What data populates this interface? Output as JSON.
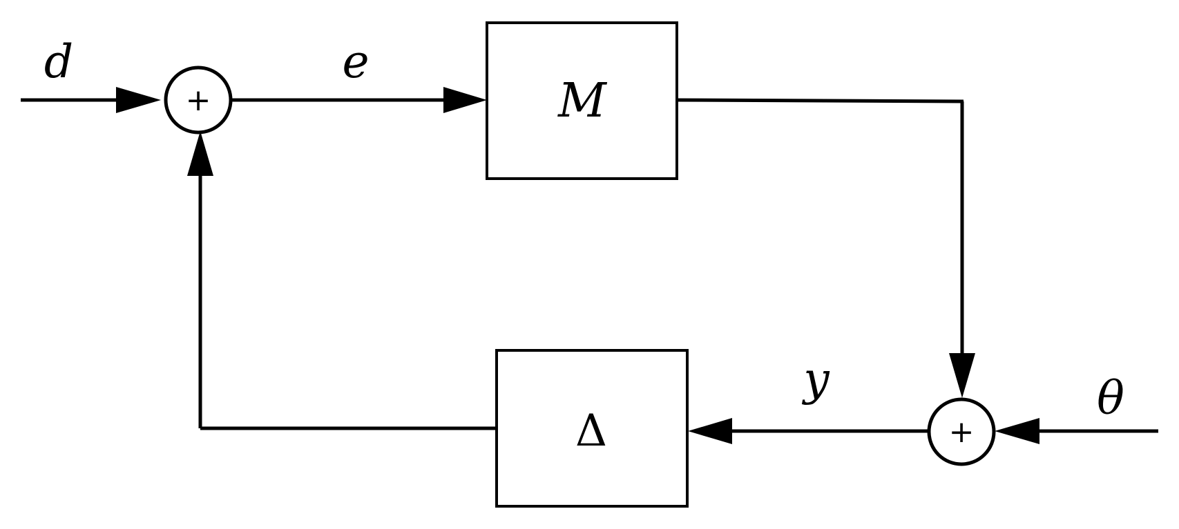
{
  "diagram": {
    "signals": {
      "disturbance": "d",
      "error": "e",
      "output": "y",
      "noise": "θ"
    },
    "blocks": {
      "plant": "M",
      "uncertainty": "Δ"
    },
    "junctions": {
      "top_sign": "+",
      "bottom_sign": "+"
    }
  }
}
